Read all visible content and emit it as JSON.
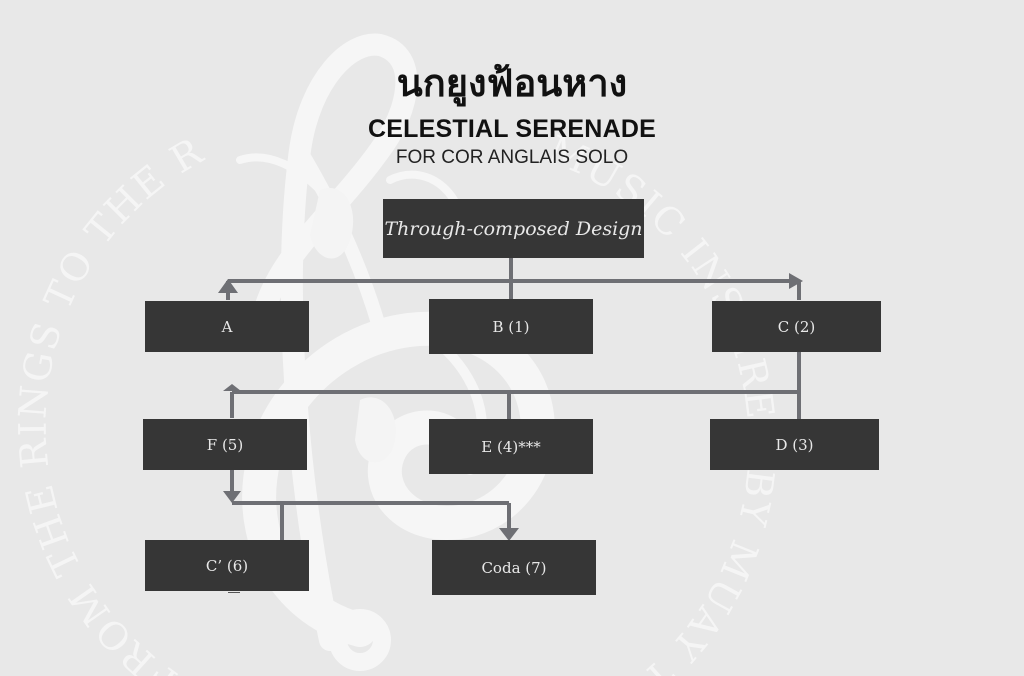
{
  "header": {
    "title_thai": "นกยูงฟ้อนหาง",
    "title_en": "CELESTIAL SERENADE",
    "subtitle": "FOR COR ANGLAIS SOLO"
  },
  "watermark": {
    "ring_text_left": "FROM THE RINGS TO THE REEDS",
    "ring_text_right": "MUSIC INSPIRED BY MUAY THAI DANCE",
    "icon": "treble-clef-dancer-emblem"
  },
  "diagram": {
    "root": "Through-composed Design",
    "sections": {
      "a": "A",
      "b": "B (1)",
      "c": "C (2)",
      "d": "D (3)",
      "e": "E (4)***",
      "f": "F (5)",
      "c_prime": "C’ (6)",
      "coda": "Coda (7)"
    }
  },
  "colors": {
    "background": "#e8e8e8",
    "box": "#363636",
    "box_text": "#e8e8e8",
    "connector": "#6e6f74",
    "watermark": "#f7f7f7"
  }
}
